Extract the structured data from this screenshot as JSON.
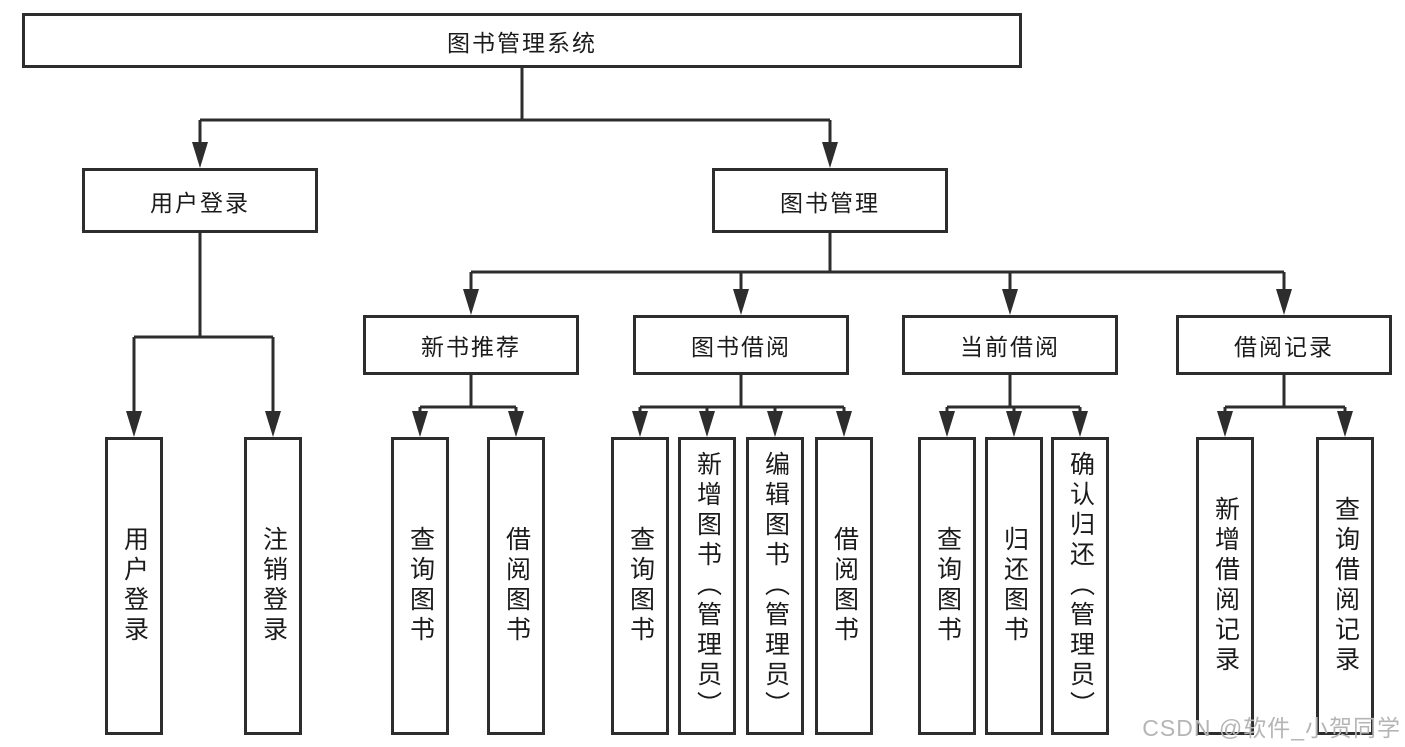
{
  "colors": {
    "line": "#2d2d2d",
    "text": "#1b1b1b",
    "background": "#ffffff",
    "watermark": "#b5b5b5"
  },
  "diagram": {
    "title": "图书管理系统",
    "level2": [
      {
        "label": "用户登录"
      },
      {
        "label": "图书管理"
      }
    ],
    "level3": [
      {
        "label": "新书推荐",
        "parent": "图书管理"
      },
      {
        "label": "图书借阅",
        "parent": "图书管理"
      },
      {
        "label": "当前借阅",
        "parent": "图书管理"
      },
      {
        "label": "借阅记录",
        "parent": "图书管理"
      }
    ],
    "leaves": [
      {
        "label": "用户登录",
        "parent": "用户登录"
      },
      {
        "label": "注销登录",
        "parent": "用户登录"
      },
      {
        "label": "查询图书",
        "parent": "新书推荐"
      },
      {
        "label": "借阅图书",
        "parent": "新书推荐"
      },
      {
        "label": "查询图书",
        "parent": "图书借阅"
      },
      {
        "label": "新增图书（管理员）",
        "parent": "图书借阅"
      },
      {
        "label": "编辑图书（管理员）",
        "parent": "图书借阅"
      },
      {
        "label": "借阅图书",
        "parent": "图书借阅"
      },
      {
        "label": "查询图书",
        "parent": "当前借阅"
      },
      {
        "label": "归还图书",
        "parent": "当前借阅"
      },
      {
        "label": "确认归还（管理员）",
        "parent": "当前借阅"
      },
      {
        "label": "新增借阅记录",
        "parent": "借阅记录"
      },
      {
        "label": "查询借阅记录",
        "parent": "借阅记录"
      }
    ]
  },
  "watermark": {
    "text": "CSDN @软件_小贺同学"
  }
}
